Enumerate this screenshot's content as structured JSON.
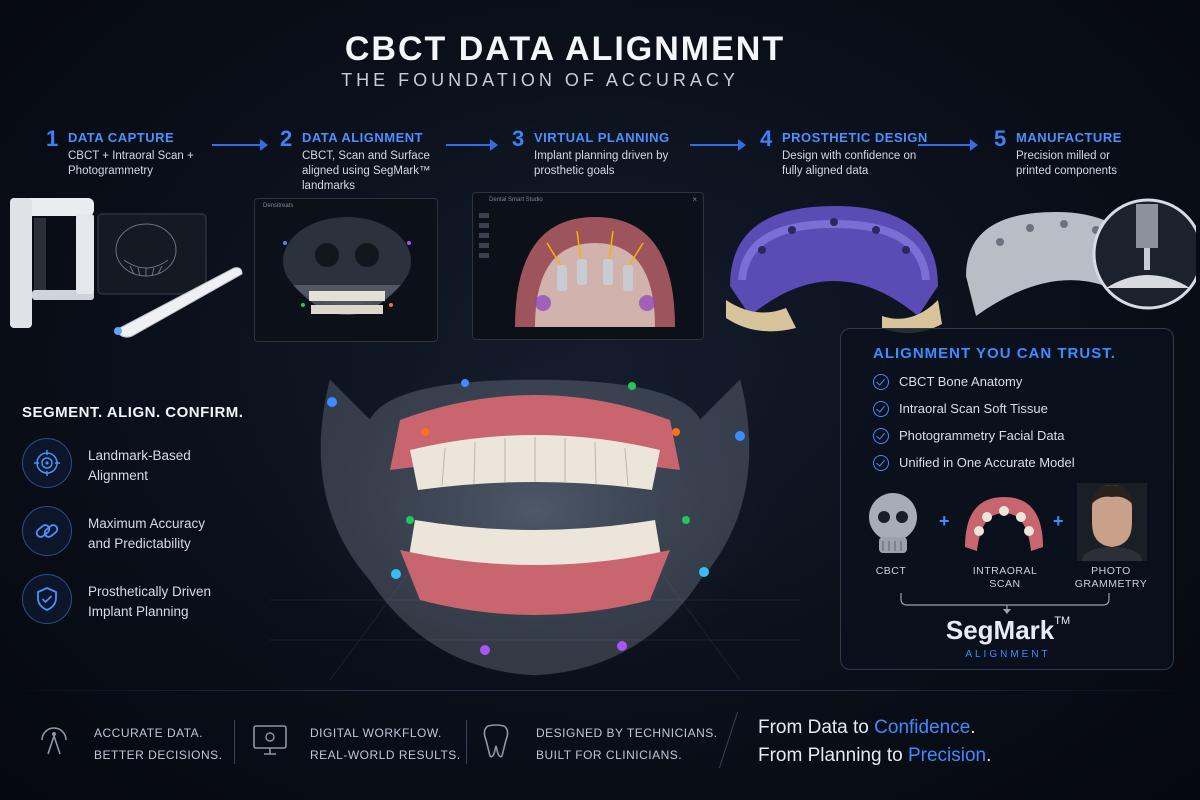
{
  "header": {
    "title": "CBCT DATA ALIGNMENT",
    "subtitle": "THE FOUNDATION OF ACCURACY"
  },
  "steps": [
    {
      "number": "1",
      "title": "DATA CAPTURE",
      "description": "CBCT + Intraoral Scan + Photogrammetry"
    },
    {
      "number": "2",
      "title": "DATA ALIGNMENT",
      "description": "CBCT, Scan and Surface aligned using SegMark™ landmarks"
    },
    {
      "number": "3",
      "title": "VIRTUAL PLANNING",
      "description": "Implant planning driven by prosthetic goals"
    },
    {
      "number": "4",
      "title": "PROSTHETIC DESIGN",
      "description": "Design with confidence on fully aligned data"
    },
    {
      "number": "5",
      "title": "MANUFACTURE",
      "description": "Precision milled or printed components"
    }
  ],
  "thumbnails": {
    "alignment_window_title": "Densitreats",
    "planning_window_title": "Dental Smart Studio"
  },
  "left_panel": {
    "heading": "SEGMENT. ALIGN. CONFIRM.",
    "features": [
      {
        "icon": "target-icon",
        "line1": "Landmark-Based",
        "line2": "Alignment"
      },
      {
        "icon": "link-icon",
        "line1": "Maximum Accuracy",
        "line2": "and Predictability"
      },
      {
        "icon": "shield-check-icon",
        "line1": "Prosthetically Driven",
        "line2": "Implant Planning"
      }
    ]
  },
  "trust_panel": {
    "heading": "ALIGNMENT YOU CAN TRUST.",
    "items": [
      "CBCT Bone Anatomy",
      "Intraoral Scan Soft Tissue",
      "Photogrammetry Facial Data",
      "Unified in One Accurate Model"
    ],
    "sources": [
      {
        "line1": "CBCT",
        "line2": ""
      },
      {
        "line1": "INTRAORAL",
        "line2": "SCAN"
      },
      {
        "line1": "PHOTO",
        "line2": "GRAMMETRY"
      }
    ],
    "plus": "+",
    "brand": "SegMark",
    "brand_tm": "TM",
    "brand_sub": "ALIGNMENT"
  },
  "footer": {
    "items": [
      {
        "icon": "compass-icon",
        "line1": "ACCURATE DATA.",
        "line2": "BETTER DECISIONS."
      },
      {
        "icon": "monitor-icon",
        "line1": "DIGITAL WORKFLOW.",
        "line2": "REAL-WORLD RESULTS."
      },
      {
        "icon": "tooth-icon",
        "line1": "DESIGNED BY TECHNICIANS.",
        "line2": "BUILT FOR CLINICIANS."
      }
    ],
    "slogan": {
      "line1_prefix": "From Data to ",
      "line1_accent": "Confidence",
      "line1_suffix": ".",
      "line2_prefix": "From Planning to ",
      "line2_accent": "Precision",
      "line2_suffix": "."
    }
  },
  "colors": {
    "accent": "#3f8bff",
    "background": "#0a0f19",
    "gum": "#c9656e",
    "tooth": "#ece6da",
    "bone": "#9aa3b2"
  }
}
